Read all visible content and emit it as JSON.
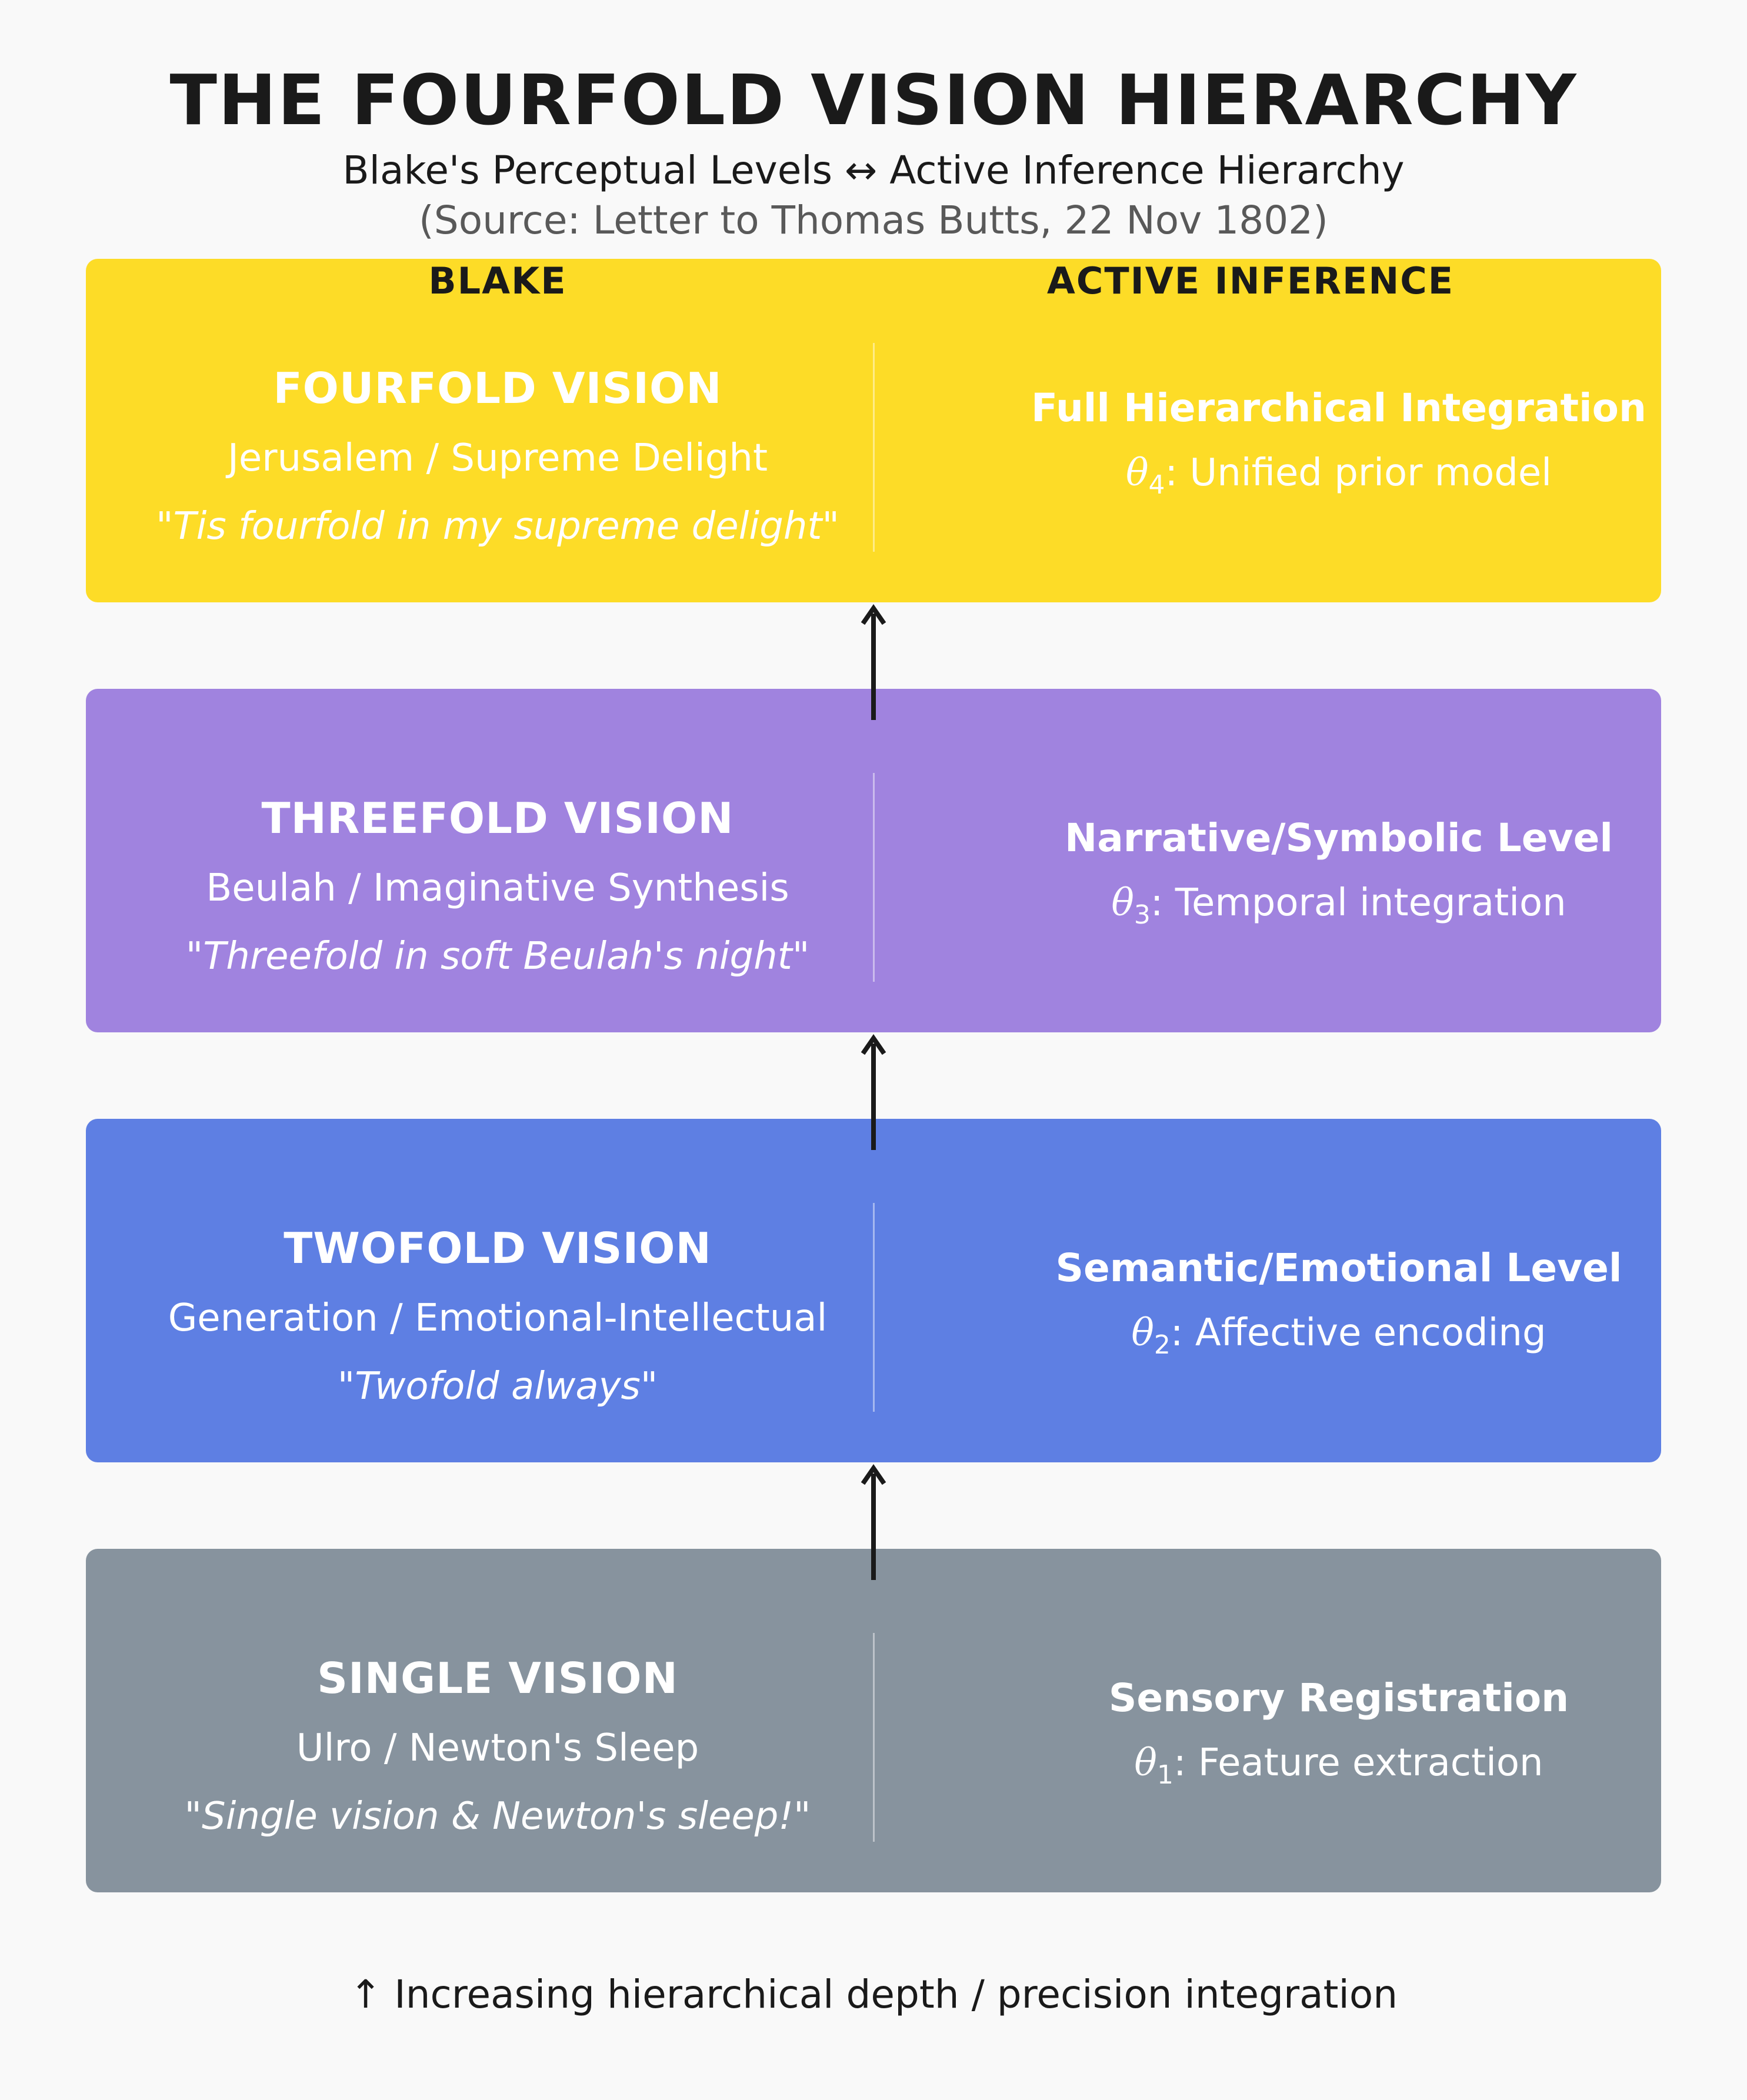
{
  "title": "THE FOURFOLD VISION HIERARCHY",
  "subtitle": "Blake's Perceptual Levels ↔ Active Inference Hierarchy",
  "source": "(Source: Letter to Thomas Butts, 22 Nov 1802)",
  "column_headers": {
    "left": "BLAKE",
    "right": "ACTIVE INFERENCE"
  },
  "levels": [
    {
      "name": "FOURFOLD VISION",
      "realm": "Jerusalem / Supreme Delight",
      "quote": "Tis fourfold in my supreme delight",
      "ai_level": "Full Hierarchical Integration",
      "param_symbol": "θ",
      "param_index": "4",
      "param_desc": ": Unified prior model",
      "color": "#fddc27"
    },
    {
      "name": "THREEFOLD VISION",
      "realm": "Beulah / Imaginative Synthesis",
      "quote": "Threefold in soft Beulah's night",
      "ai_level": "Narrative/Symbolic Level",
      "param_symbol": "θ",
      "param_index": "3",
      "param_desc": ": Temporal integration",
      "color": "#a083df"
    },
    {
      "name": "TWOFOLD VISION",
      "realm": "Generation / Emotional-Intellectual",
      "quote": "Twofold always",
      "ai_level": "Semantic/Emotional Level",
      "param_symbol": "θ",
      "param_index": "2",
      "param_desc": ": Affective encoding",
      "color": "#5e7fe3"
    },
    {
      "name": "SINGLE VISION",
      "realm": "Ulro / Newton's Sleep",
      "quote": "Single vision & Newton's sleep!",
      "ai_level": "Sensory Registration",
      "param_symbol": "θ",
      "param_index": "1",
      "param_desc": ": Feature extraction",
      "color": "#87939e"
    }
  ],
  "footer": "↑ Increasing hierarchical depth / precision integration"
}
